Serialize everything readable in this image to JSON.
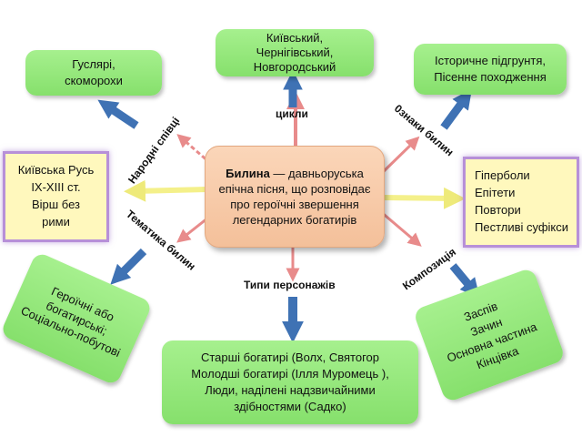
{
  "center": {
    "term": "Билина",
    "definition": " — давньоруська епічна пісня, що розповідає про героїчні звершення легендарних богатирів"
  },
  "nodes": {
    "guslari": {
      "lines": [
        "Гуслярі,",
        "скоморохи"
      ]
    },
    "tsykly_box": {
      "lines": [
        "Київський,",
        "Чернігівський,",
        "Новгородський"
      ]
    },
    "origin": {
      "lines": [
        "Історичне підгрунтя,",
        "Пісенне походження"
      ]
    },
    "rus": {
      "lines": [
        "Київська Русь",
        "IX-XIII ст.",
        "Вірш без",
        "рими"
      ]
    },
    "features": {
      "lines": [
        "Гіперболи",
        "Епітети",
        "Повтори",
        "Пестливі суфікси"
      ]
    },
    "themes": {
      "lines": [
        "Героїчні або",
        "богатирські;",
        "Соціально-побутові"
      ]
    },
    "composition": {
      "lines": [
        "Заспів",
        "Зачин",
        "Основна частина",
        "Кінцівка"
      ]
    },
    "characters": {
      "lines": [
        "Старші богатирі (Волх, Святогор",
        "Молодші богатирі (Ілля Муромець ),",
        "Люди, наділені надзвичайними",
        "здібностями (Садко)"
      ]
    }
  },
  "labels": {
    "singers": "Народні співці",
    "cycles": "цикли",
    "signs": "0знаки билин",
    "theme": "Тематика билин",
    "types": "Типи персонажів",
    "composition": "Композиція"
  },
  "colors": {
    "green_box": "#96e87c",
    "center_box": "#f7c9a6",
    "yellow_box": "#fff8bd",
    "yellow_border": "#b790d8",
    "blue_arrow": "#3f72b4",
    "pink_arrow": "#e88b8b",
    "yellow_arrow": "#f4f08a"
  }
}
